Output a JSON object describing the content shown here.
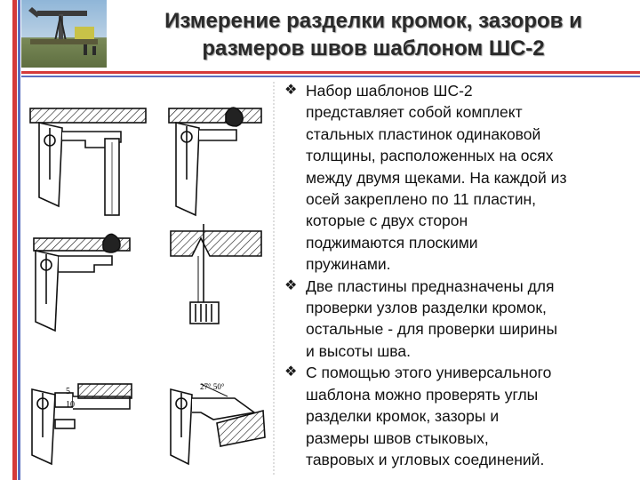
{
  "title": {
    "line1": "Измерение разделки кромок, зазоров и",
    "line2": "размеров швов шаблоном ШС-2"
  },
  "figure_labels": {
    "scale_5": "5",
    "scale_10": "10",
    "angles": "27° 50°"
  },
  "bullets": [
    {
      "icon": "diamond-clover-bullet",
      "lines": [
        "Набор шаблонов ШС-2",
        "представляет собой комплект",
        "стальных пластинок одинаковой",
        "толщины, расположенных на осях",
        "между двумя щеками. На каждой из",
        "осей закреплено по 11 пластин,",
        "которые с двух сторон",
        "поджимаются плоскими",
        "пружинами."
      ]
    },
    {
      "icon": "diamond-clover-bullet",
      "lines": [
        "Две пластины предназначены для",
        "проверки узлов разделки кромок,",
        "остальные - для проверки ширины",
        "и высоты шва."
      ]
    },
    {
      "icon": "diamond-clover-bullet",
      "lines": [
        "С помощью этого универсального",
        "шаблона можно проверять углы",
        "разделки кромок, зазоры и",
        "размеры швов стыковых,",
        "тавровых и угловых соединений."
      ]
    }
  ],
  "colors": {
    "accent_red": "#d43a3a",
    "accent_blue": "#5a6ec0",
    "title_text": "#2a2a2a"
  }
}
